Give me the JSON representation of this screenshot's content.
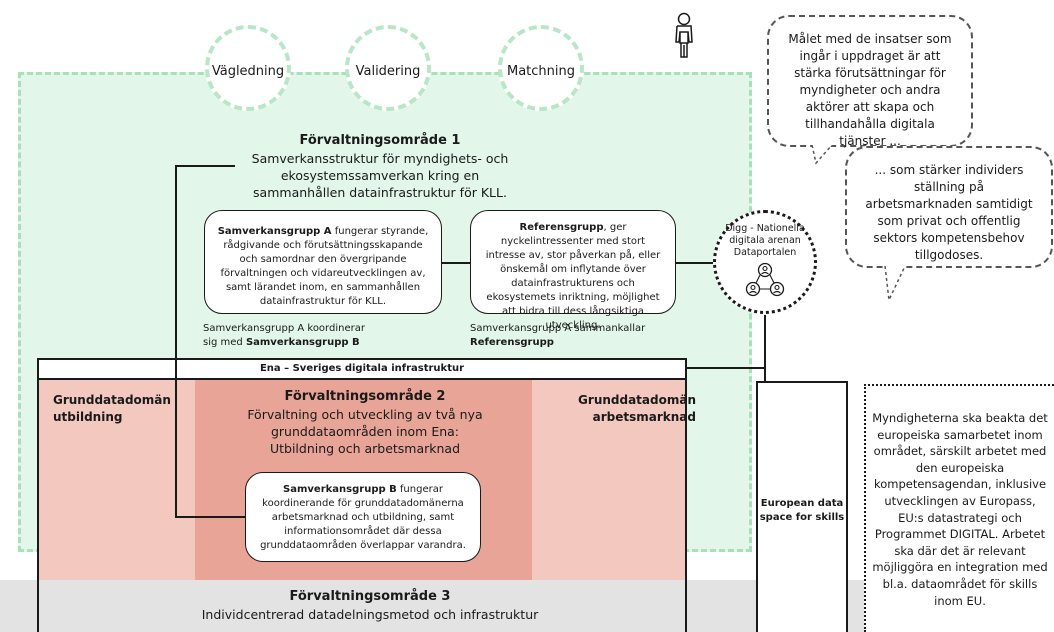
{
  "top_circles": [
    "Vägledning",
    "Validering",
    "Matchning"
  ],
  "area1": {
    "title": "Förvaltningsområde 1",
    "desc": "Samverkansstruktur för myndighets- och ekosystemssamverkan kring en sammanhållen datainfrastruktur för KLL."
  },
  "group_a": {
    "bold": "Samverkansgrupp A",
    "text": " fungerar styrande, rådgivande och förutsättningsskapande och samordnar den övergripande förvaltningen och vidareutvecklingen av, samt lärandet inom, en sammanhållen datainfrastruktur för KLL."
  },
  "ref_group": {
    "bold": "Referensgrupp",
    "text": ", ger nyckelintressenter med stort intresse av, stor påverkan på, eller önskemål om inflytande över datainfrastrukturens och ekosystemets inriktning, möjlighet att bidra till dess långsiktiga utveckling."
  },
  "digg": {
    "line1": "Digg - Nationella",
    "line2": "digitala arenan",
    "line3": "Dataportalen"
  },
  "note_a": {
    "line1": "Samverkansgrupp A koordinerar",
    "line2_pre": "sig med ",
    "line2_bold": "Samverkansgrupp B"
  },
  "note_ref": {
    "line1": "Samverkansgrupp A sammankallar",
    "line2_bold": "Referensgrupp"
  },
  "ena": "Ena – Sveriges digitala infrastruktur",
  "left_domain": {
    "line1": "Grunddatadomän",
    "line2": "utbildning"
  },
  "right_domain": {
    "line1": "Grunddatadomän",
    "line2": "arbetsmarknad"
  },
  "area2": {
    "title": "Förvaltningsområde 2",
    "desc": "Förvaltning och utveckling av två nya grunddataområden inom Ena: Utbildning och arbetsmarknad"
  },
  "group_b": {
    "bold": "Samverkansgrupp B",
    "text": " fungerar koordinerande för grunddatadomänerna arbetsmarknad och utbildning, samt informationsområdet där dessa grunddataområden överlappar varandra."
  },
  "area3": {
    "title": "Förvaltningsområde 3",
    "desc": "Individcentrerad datadelningsmetod och infrastruktur"
  },
  "eu_box": {
    "line1": "European data",
    "line2": "space for skills"
  },
  "bubble1": "Målet med de insatser som ingår i uppdraget är att stärka förutsättningar för myndigheter och andra aktörer att skapa och tillhandahålla digitala tjänster ...",
  "bubble2": "... som stärker individers ställning på arbetsmarknaden samtidigt som privat och offentlig sektors kompetensbehov tillgodoses.",
  "eu_note": "Myndigheterna ska beakta det europeiska samarbetet inom området, särskilt arbetet med den europeiska kompetensagendan, inklusive utvecklingen av Europass, EU:s datastrategi och Programmet DIGITAL. Arbetet ska där det är relevant möjliggöra en integration med bl.a. dataområdet för skills inom EU.",
  "colors": {
    "green": "#e3f6ea",
    "green_dash": "#a9dfbd",
    "red_outer": "#f3c9bf",
    "red_inner": "#e8a597",
    "grey": "#e3e3e3"
  }
}
